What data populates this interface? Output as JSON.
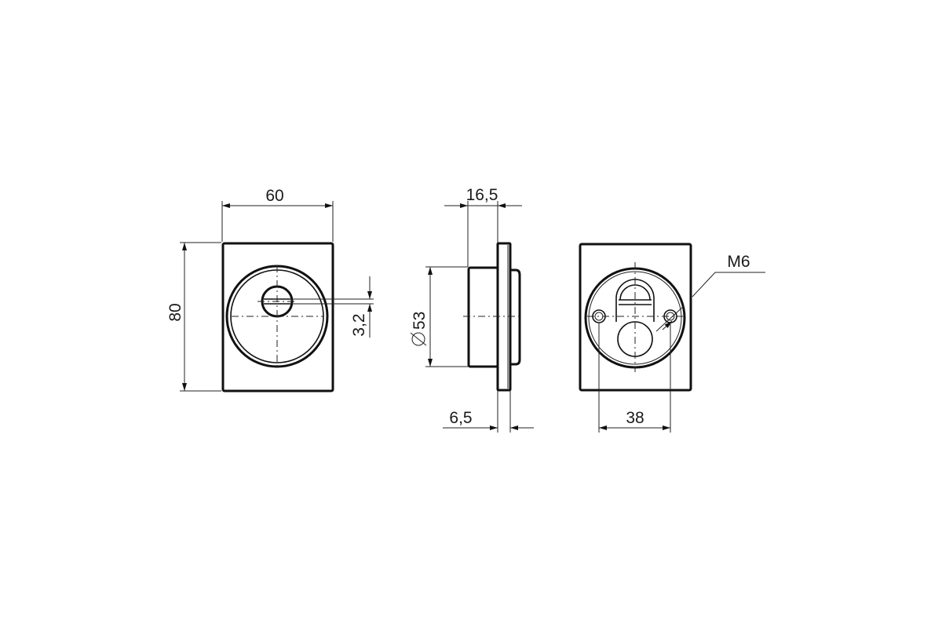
{
  "dimensions": {
    "width": "60",
    "height": "80",
    "slot_offset": "3,2",
    "depth": "16,5",
    "diameter": "53",
    "flange": "6,5",
    "hole_spacing": "38",
    "thread": "M6"
  },
  "colors": {
    "line": "#111111",
    "background": "#ffffff"
  }
}
